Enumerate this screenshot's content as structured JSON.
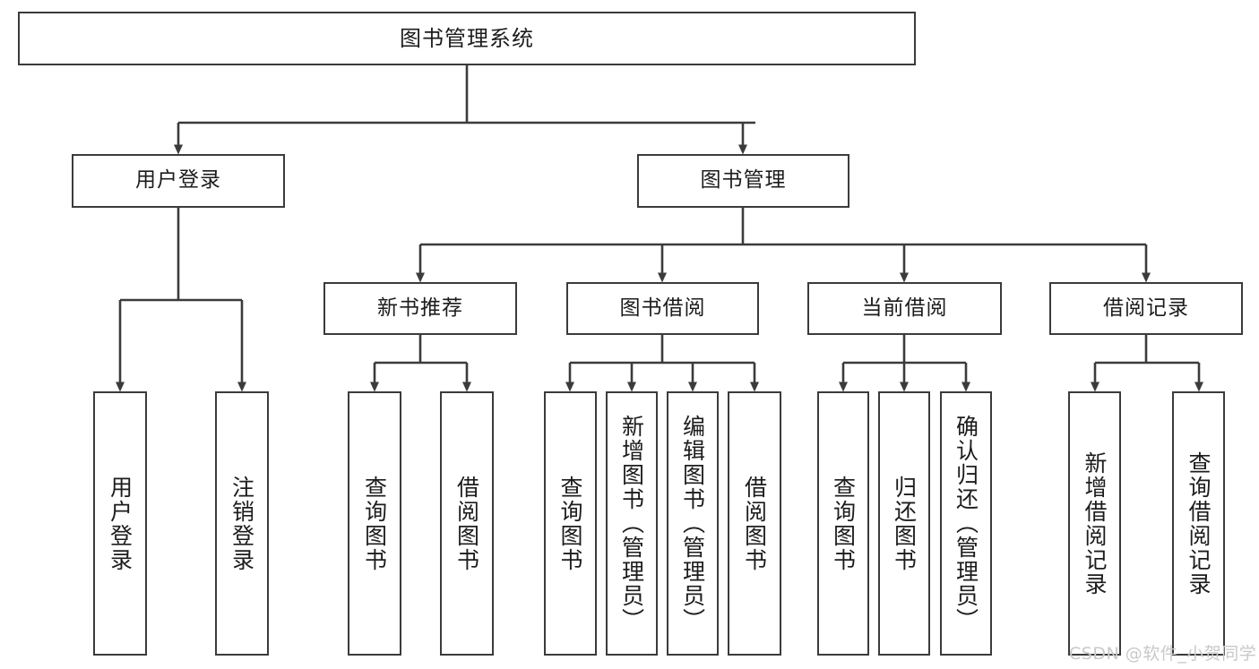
{
  "diagram": {
    "title": "图书管理系统",
    "type": "tree-hierarchy-chart",
    "watermark": "CSDN @软件_小贺同学",
    "colors": {
      "box_border": "#3b3b3b",
      "box_fill": "#ffffff",
      "edge": "#3b3b3b",
      "text": "#1c1c1c",
      "watermark": "#c9c9c9",
      "background": "#ffffff"
    },
    "nodes": {
      "root": {
        "label": "图书管理系统"
      },
      "level2": [
        {
          "id": "user-login",
          "label": "用户登录"
        },
        {
          "id": "book-manage",
          "label": "图书管理"
        }
      ],
      "level3": [
        {
          "id": "new-book-recommend",
          "label": "新书推荐"
        },
        {
          "id": "book-borrow",
          "label": "图书借阅"
        },
        {
          "id": "current-borrow",
          "label": "当前借阅"
        },
        {
          "id": "borrow-record",
          "label": "借阅记录"
        }
      ],
      "leaves": {
        "user_login": [
          {
            "id": "leaf-user-login",
            "label": "用户登录"
          },
          {
            "id": "leaf-logout-login",
            "label": "注销登录"
          }
        ],
        "new_book_recommend": [
          {
            "id": "leaf-query-book-1",
            "label": "查询图书"
          },
          {
            "id": "leaf-borrow-book-1",
            "label": "借阅图书"
          }
        ],
        "book_borrow": [
          {
            "id": "leaf-query-book-2",
            "label": "查询图书"
          },
          {
            "id": "leaf-add-book-admin",
            "label": "新增图书（管理员）"
          },
          {
            "id": "leaf-edit-book-admin",
            "label": "编辑图书（管理员）"
          },
          {
            "id": "leaf-borrow-book-2",
            "label": "借阅图书"
          }
        ],
        "current_borrow": [
          {
            "id": "leaf-query-book-3",
            "label": "查询图书"
          },
          {
            "id": "leaf-return-book",
            "label": "归还图书"
          },
          {
            "id": "leaf-confirm-return-admin",
            "label": "确认归还（管理员）"
          }
        ],
        "borrow_record": [
          {
            "id": "leaf-add-borrow-record",
            "label": "新增借阅记录"
          },
          {
            "id": "leaf-query-borrow-record",
            "label": "查询借阅记录"
          }
        ]
      }
    }
  }
}
